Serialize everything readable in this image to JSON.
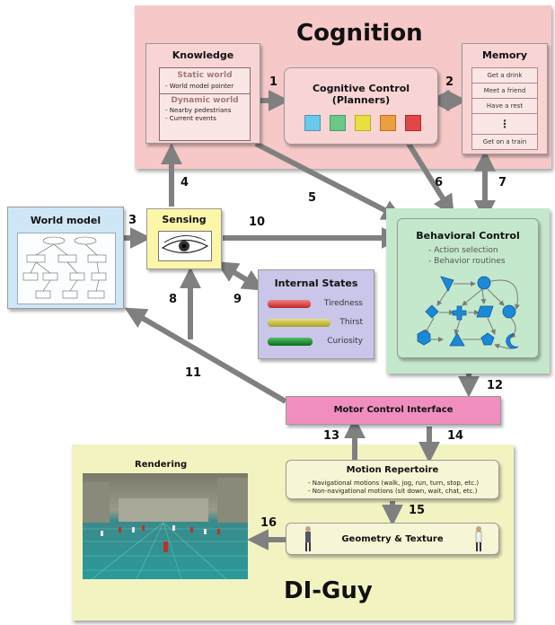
{
  "cognition": {
    "title": "Cognition",
    "knowledge": {
      "title": "Knowledge",
      "static_title": "Static world",
      "static_items": [
        "- World model pointer"
      ],
      "dynamic_title": "Dynamic world",
      "dynamic_items": [
        "- Nearby pedestrians",
        "- Current events"
      ]
    },
    "cognitive_control": {
      "title_line1": "Cognitive Control",
      "title_line2": "(Planners)"
    },
    "memory": {
      "title": "Memory",
      "items": [
        "Get a drink",
        "Meet a friend",
        "Have a rest",
        "⋮",
        "Get on a train"
      ]
    }
  },
  "world_model": {
    "title": "World model"
  },
  "sensing": {
    "title": "Sensing"
  },
  "internal_states": {
    "title": "Internal States",
    "bars": [
      {
        "label": "Tiredness",
        "color": "#d84040"
      },
      {
        "label": "Thirst",
        "color": "#c8c040"
      },
      {
        "label": "Curiosity",
        "color": "#1a8a2a"
      }
    ]
  },
  "behavioral_control": {
    "title": "Behavioral Control",
    "items": [
      "- Action selection",
      "- Behavior routines"
    ]
  },
  "motor_control": {
    "title": "Motor Control Interface"
  },
  "diguy": {
    "title": "DI-Guy",
    "rendering": "Rendering",
    "motion_repertoire": {
      "title": "Motion Repertoire",
      "lines": [
        "- Navigational motions (walk, jog, run, turn, stop, etc.)",
        "- Non-navigational motions (sit down, wait, chat, etc.)"
      ]
    },
    "geometry": "Geometry & Texture"
  },
  "arrow_labels": [
    "1",
    "2",
    "3",
    "4",
    "5",
    "6",
    "7",
    "8",
    "9",
    "10",
    "11",
    "12",
    "13",
    "14",
    "15",
    "16"
  ],
  "colors": {
    "cognition_bg": "#f6c8c8",
    "world_model_bg": "#cfe6f6",
    "sensing_bg": "#fbf6a8",
    "internal_states_bg": "#c9c6ea",
    "behavioral_bg": "#c4e8cc",
    "motor_bg": "#f08ec0",
    "diguy_bg": "#f3f3c2",
    "arrow": "#808080",
    "node": "#1e88d8"
  }
}
